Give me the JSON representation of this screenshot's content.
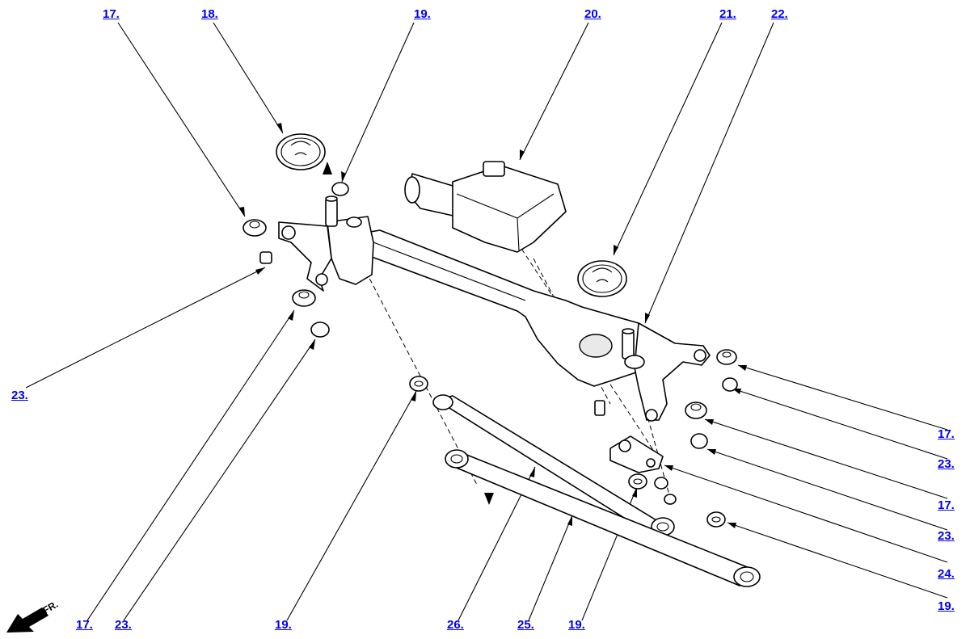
{
  "callouts": [
    {
      "id": "c1",
      "label": "17."
    },
    {
      "id": "c2",
      "label": "18."
    },
    {
      "id": "c3",
      "label": "19."
    },
    {
      "id": "c4",
      "label": "20."
    },
    {
      "id": "c5",
      "label": "21."
    },
    {
      "id": "c6",
      "label": "22."
    },
    {
      "id": "c7",
      "label": "23."
    },
    {
      "id": "c8",
      "label": "17."
    },
    {
      "id": "c9",
      "label": "23."
    },
    {
      "id": "c10",
      "label": "17."
    },
    {
      "id": "c11",
      "label": "23."
    },
    {
      "id": "c12",
      "label": "24."
    },
    {
      "id": "c13",
      "label": "19."
    },
    {
      "id": "c14",
      "label": "17."
    },
    {
      "id": "c15",
      "label": "23."
    },
    {
      "id": "c16",
      "label": "19."
    },
    {
      "id": "c17",
      "label": "26."
    },
    {
      "id": "c18",
      "label": "25."
    },
    {
      "id": "c19",
      "label": "19."
    }
  ],
  "direction_label": "FR."
}
